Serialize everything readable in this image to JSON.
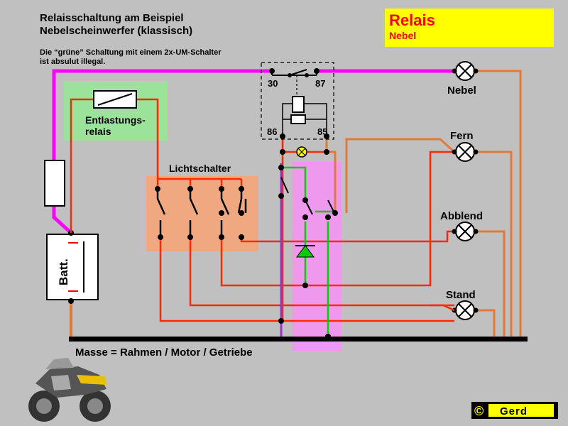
{
  "header": {
    "title_line1": "Relaisschaltung am Beispiel",
    "title_line2": "Nebelscheinwerfer (klassisch)",
    "note_line1": "Die “grüne” Schaltung mit einem 2x-UM-Schalter",
    "note_line2": "ist absulut illegal."
  },
  "badge": {
    "title": "Relais",
    "subtitle": "Nebel",
    "background": "#ffff00",
    "title_color": "#ff0000"
  },
  "relay": {
    "pin30": "30",
    "pin87": "87",
    "pin86": "86",
    "pin85": "85"
  },
  "labels": {
    "entlastung_line1": "Entlastungs-",
    "entlastung_line2": "relais",
    "lichtschalter": "Lichtschalter",
    "battery": "Batt.",
    "ground": "Masse = Rahmen / Motor / Getriebe"
  },
  "lamps": [
    {
      "label": "Nebel"
    },
    {
      "label": "Fern"
    },
    {
      "label": "Abblend"
    },
    {
      "label": "Stand"
    }
  ],
  "copyright": {
    "symbol": "©",
    "name": "Gerd"
  },
  "colors": {
    "wire_red": "#ff2a00",
    "wire_magenta": "#ff00ff",
    "wire_orange": "#e07a3a",
    "wire_green": "#00cc00",
    "wire_purple": "#9933cc",
    "ground_bar": "#000000",
    "highlight_green": "#9be39b",
    "highlight_salmon": "#f0a880",
    "highlight_pink": "#ee99ee"
  }
}
